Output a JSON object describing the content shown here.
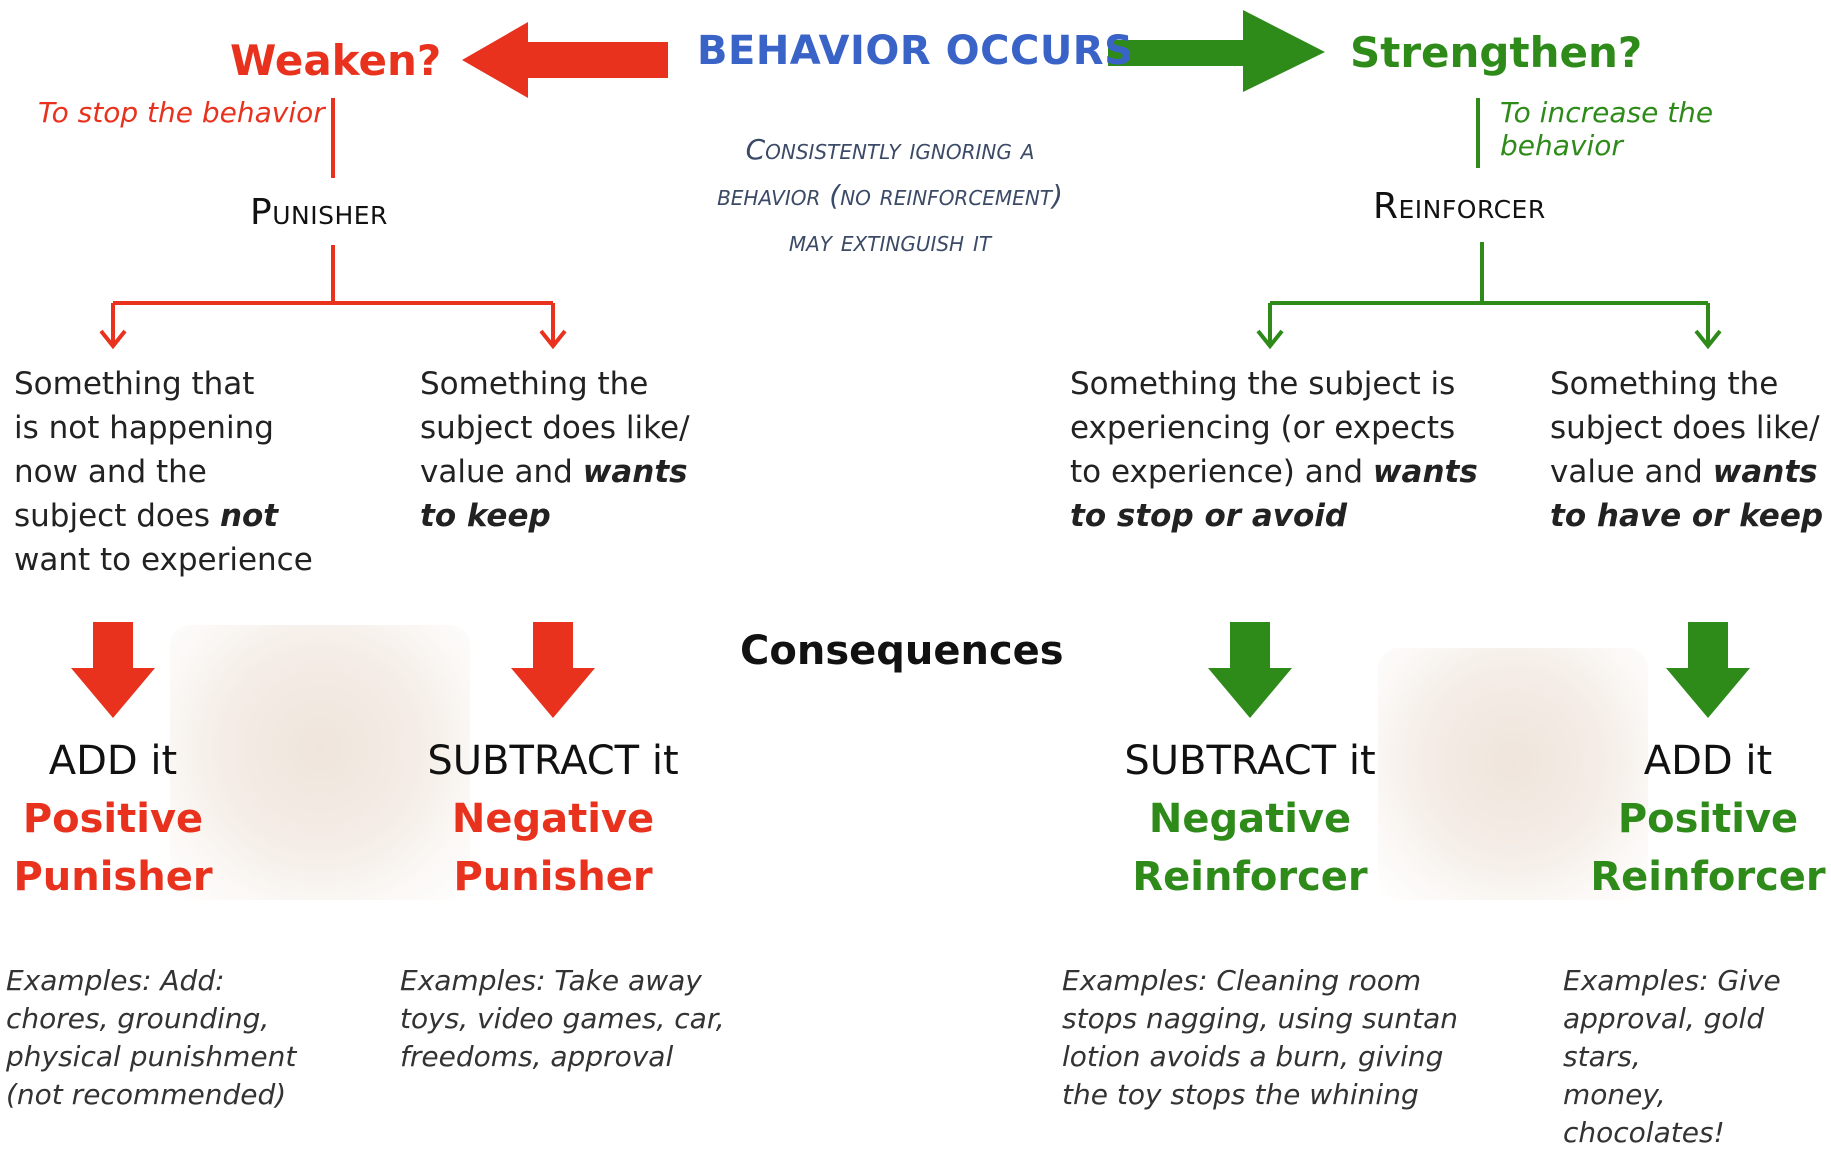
{
  "header": {
    "weaken": "Weaken?",
    "behavior": "BEHAVIOR OCCURS",
    "strengthen": "Strengthen?"
  },
  "left_note": "To stop the behavior",
  "right_note": "To increase the behavior",
  "punisher": "Punisher",
  "reinforcer": "Reinforcer",
  "center_note": [
    "Consistently ignoring a",
    "behavior (no reinforcement)",
    "may extinguish it"
  ],
  "consequences": "Consequences",
  "columns": [
    {
      "desc_lines": [
        "Something that",
        "is not happening",
        "now and the"
      ],
      "desc_last_pre": "subject does ",
      "desc_bold": "not",
      "desc_tail": "want to experience",
      "action": "ADD it",
      "term1": "Positive",
      "term2": "Punisher",
      "examples": [
        "Examples: Add:",
        "chores, grounding,",
        "physical punishment",
        "(not recommended)"
      ]
    },
    {
      "desc_lines": [
        "Something the",
        "subject does like/"
      ],
      "desc_last_pre": "value and ",
      "desc_bold": "wants",
      "desc_tail_bold": "to keep",
      "action": "SUBTRACT it",
      "term1": "Negative",
      "term2": "Punisher",
      "examples": [
        "Examples: Take away",
        "toys, video games, car,",
        "freedoms, approval"
      ]
    },
    {
      "desc_lines": [
        "Something the subject is",
        "experiencing (or expects"
      ],
      "desc_last_pre": "to experience) and ",
      "desc_bold": "wants",
      "desc_tail_bold": "to stop or avoid",
      "action": "SUBTRACT it",
      "term1": "Negative",
      "term2": "Reinforcer",
      "examples": [
        "Examples: Cleaning room",
        "stops nagging, using suntan",
        "lotion avoids a burn, giving",
        "the toy stops the whining"
      ]
    },
    {
      "desc_lines": [
        "Something the",
        "subject does like/"
      ],
      "desc_last_pre": "value and ",
      "desc_bold": "wants",
      "desc_tail_bold": "to have or keep",
      "action": "ADD it",
      "term1": "Positive",
      "term2": "Reinforcer",
      "examples": [
        "Examples: Give",
        "approval, gold stars,",
        "money, chocolates!"
      ]
    }
  ],
  "colors": {
    "red": "#e8321e",
    "green": "#2e8b1a",
    "blue": "#3a63c8"
  }
}
